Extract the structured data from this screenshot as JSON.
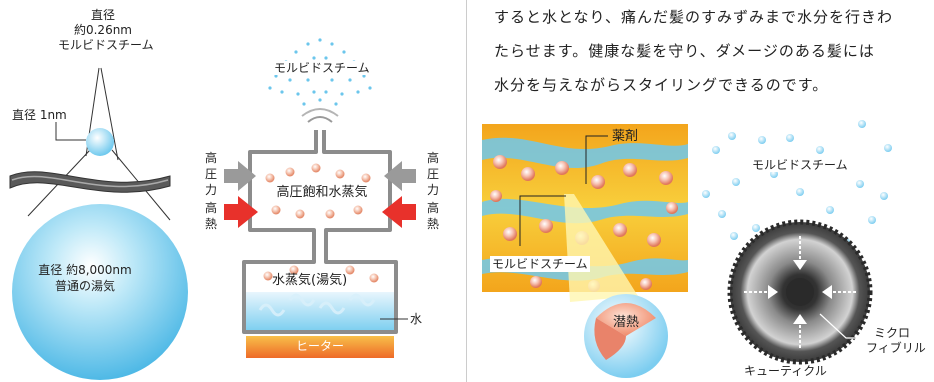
{
  "left_diagram": {
    "molybdo_diameter": [
      "直径",
      "約0.26nm",
      "モルビドスチーム"
    ],
    "droplet_diameter": "直径 1nm",
    "steam_diameter": [
      "直径 約8,000nm",
      "普通の湯気"
    ]
  },
  "middle_diagram": {
    "steam_label": "モルビドスチーム",
    "pressure_left": [
      "高",
      "圧",
      "力"
    ],
    "pressure_right": [
      "高",
      "圧",
      "力"
    ],
    "heat_left": [
      "高",
      "熱"
    ],
    "heat_right": [
      "高",
      "熱"
    ],
    "chamber_label": "高圧飽和水蒸気",
    "lower_label": "水蒸気(湯気)",
    "water_label": "水",
    "heater_label": "ヒーター"
  },
  "paragraph": [
    "すると水となり、痛んだ髪のすみずみまで水分を行きわ",
    "たらせます。健康な髪を守り、ダメージのある髪には",
    "水分を与えながらスタイリングできるのです。"
  ],
  "right_diagram": {
    "drug_label": "薬剤",
    "steam_label": "モルビドスチーム",
    "latent_heat_label": "潜熱",
    "steam_label_2": "モルビドスチーム",
    "microfibril_label": [
      "ミクロ",
      "フィブリル"
    ],
    "cuticle_label": "キューティクル"
  },
  "colors": {
    "water_blue": "#5bc3ea",
    "heat_red": "#e8312b",
    "pressure_gray": "#9a9a9a",
    "hair_yellow": "#f5b61f",
    "heater_orange": "#f08a2a"
  }
}
